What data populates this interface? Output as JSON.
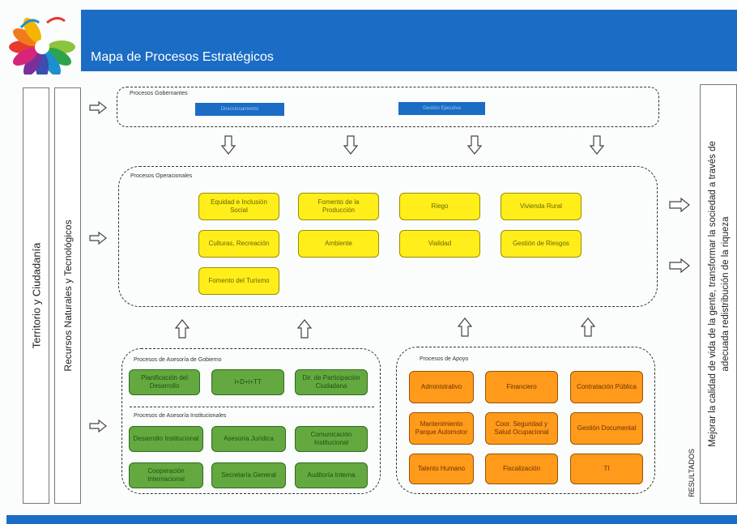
{
  "header": {
    "title": "Mapa de Procesos Estratégicos"
  },
  "left_panels": {
    "territorio": "Territorio y Ciudadanía",
    "recursos": "Recursos Naturales y Tecnológicos"
  },
  "right_panel": {
    "results_label": "RESULTADOS",
    "mission_line1": "Mejorar la calidad de vida de la gente, transformar la sociedad a través de",
    "mission_line2": "adecuada redistribución de la riqueza"
  },
  "gobernantes": {
    "label": "Procesos Gobernantes",
    "bars": [
      "Direccionamiento",
      "Gestión Ejecutiva"
    ]
  },
  "operacionales": {
    "label": "Procesos Operacionales",
    "items": [
      "Equidad e Inclusión Social",
      "Fomento de la Producción",
      "Riego",
      "Vivienda Rural",
      "Culturas, Recreación",
      "Ambiente",
      "Vialidad",
      "Gestión de Riesgos",
      "Fomento del Turismo"
    ]
  },
  "asesoria_gobierno": {
    "label": "Procesos de Asesoría de Gobierno",
    "items": [
      "Planificación del Desarrollo",
      "I+D+i+TT",
      "Dir. de Participación Ciudadana"
    ]
  },
  "asesoria_institucional": {
    "label": "Procesos de Asesoría Institucionales",
    "items": [
      "Desarrollo Institucional",
      "Asesoría Jurídica",
      "Comunicación Institucional",
      "Cooperación Internacional",
      "Secretaría General",
      "Auditoría Interna"
    ]
  },
  "apoyo": {
    "label": "Procesos de Apoyo",
    "items": [
      "Administrativo",
      "Financiero",
      "Contratación Pública",
      "Mantenimiento Parque Automotor",
      "Coor. Seguridad y Salud Ocupacional",
      "Gestión Documental",
      "Talento Humano",
      "Fiscalización",
      "TI"
    ]
  },
  "colors": {
    "header_blue": "#1a6cc4",
    "yellow": "#ffee1a",
    "green": "#64a940",
    "orange": "#ff9a1a"
  },
  "icons": {
    "logo": "multicolor-flower-logo",
    "arrow": "hollow-arrow"
  }
}
